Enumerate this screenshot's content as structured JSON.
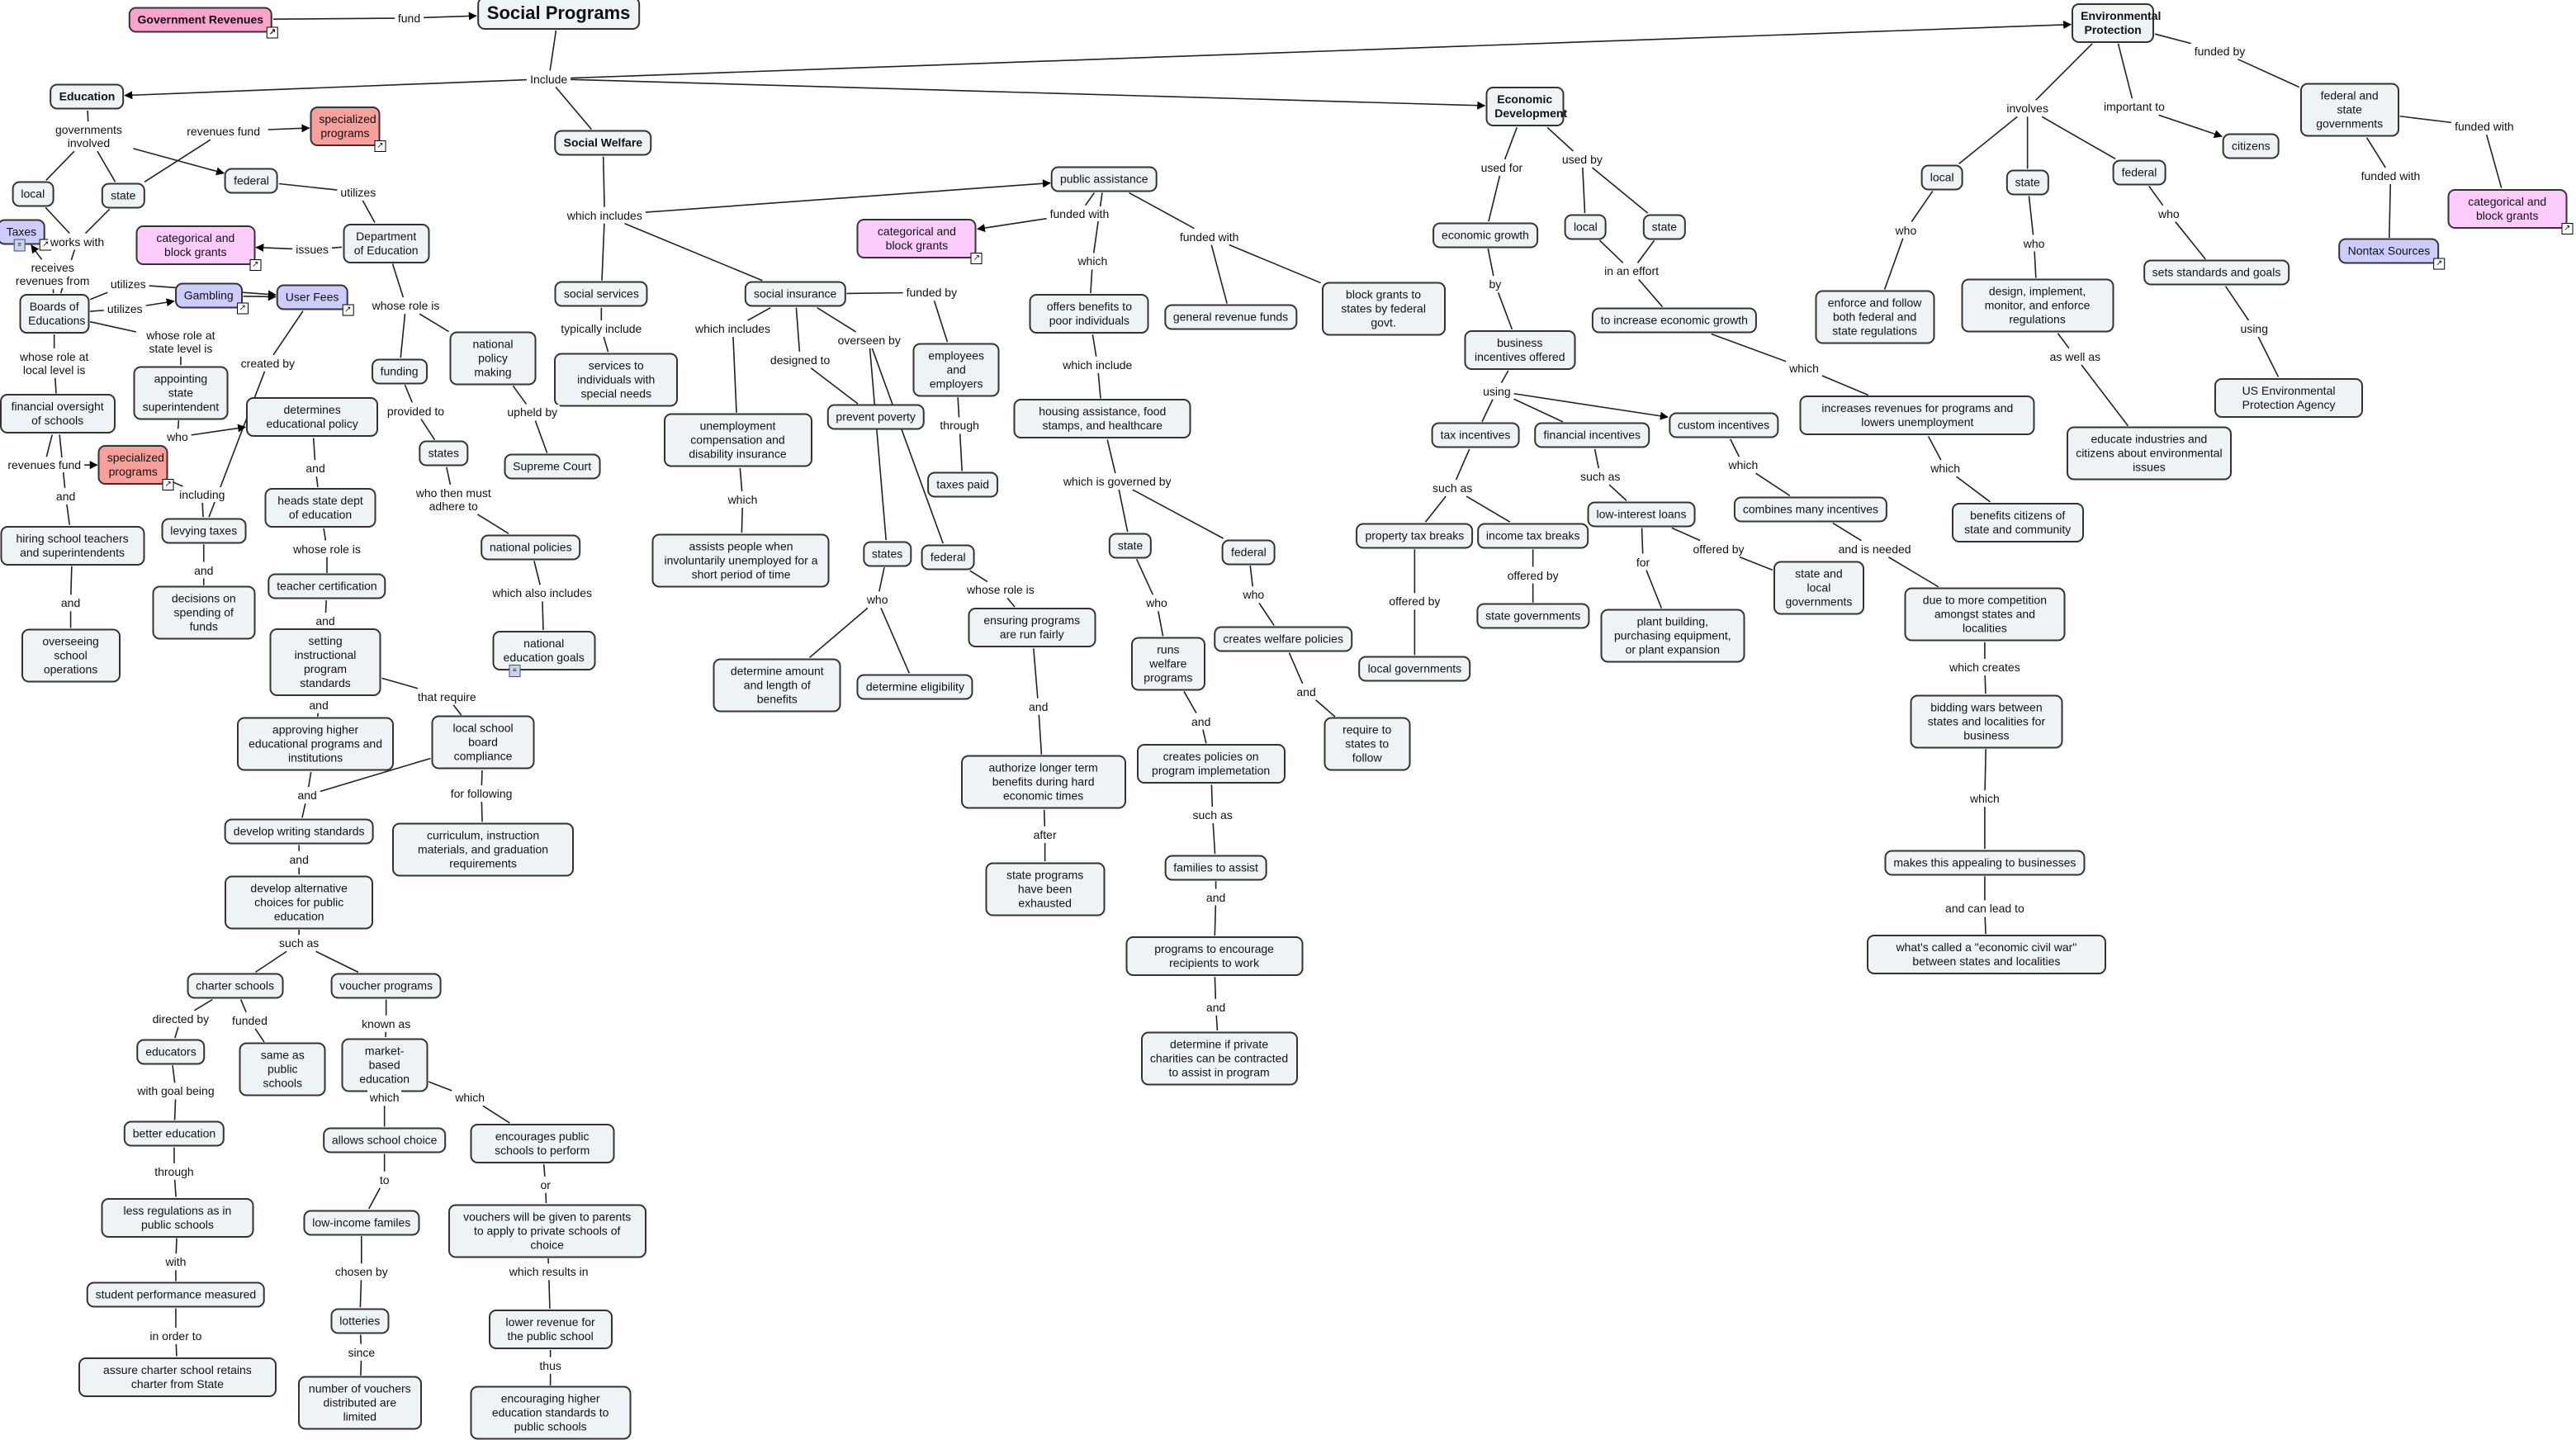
{
  "nodes": {
    "gov": "Government Revenues",
    "sp": "Social Programs",
    "edu": "Education",
    "sw": "Social Welfare",
    "econ": "Economic Development",
    "env": "Environmental Protection",
    "spec1": "specialized programs",
    "local1": "local",
    "state1": "state",
    "fed1": "federal",
    "taxes": "Taxes",
    "cat1": "categorical and block grants",
    "doe": "Department of Education",
    "boards": "Boards of Educations",
    "gamb": "Gambling",
    "userfees": "User Fees",
    "appoint": "appointing state superintendent",
    "det": "determines educational policy",
    "funding": "funding",
    "npm": "national policy making",
    "states1": "states",
    "sc": "Supreme Court",
    "fin": "financial oversight of schools",
    "spec2": "specialized programs",
    "levy": "levying taxes",
    "decisions": "decisions on spending of funds",
    "hiring": "hiring school teachers and superintendents",
    "oversee": "overseeing school operations",
    "heads": "heads state dept of education",
    "teach": "teacher certification",
    "setting": "setting instructional program standards",
    "approving": "approving higher educational programs and institutions",
    "lsbc": "local school board compliance",
    "curr": "curriculum, instruction materials, and graduation requirements",
    "develop": "develop writing standards",
    "alt": "develop alternative choices for public education",
    "charter": "charter schools",
    "voucher": "voucher programs",
    "educators": "educators",
    "same": "same as public schools",
    "market": "market- based education",
    "better": "better education",
    "allows": "allows school choice",
    "encourages": "encourages public schools to perform",
    "lessreg": "less regulations as in public schools",
    "lowinc": "low-income familes",
    "vgiven": "vouchers will be given to parents to apply to private schools of choice",
    "student": "student performance measured",
    "lotteries": "lotteries",
    "lower": "lower revenue for the public school",
    "assure": "assure charter school retains charter from State",
    "number": "number of vouchers distributed are limited",
    "encouraging": "encouraging higher education standards to public schools",
    "natpol": "national policies",
    "nateg": "national education goals",
    "socserv": "social services",
    "services": "services to individuals with special needs",
    "socins": "social insurance",
    "pubassist": "public assistance",
    "cat2": "categorical and block grants",
    "offers": "offers benefits to poor individuals",
    "genrev": "general revenue funds",
    "block": "block grants to states by federal govt.",
    "housing": "housing assistance, food stamps, and healthcare",
    "employees": "employees and employers",
    "taxespaid": "taxes paid",
    "prevent": "prevent poverty",
    "unemp": "unemployment compensation and disability insurance",
    "assists": "assists people when involuntarily unemployed for a short period of time",
    "states2": "states",
    "fed2": "federal",
    "determine": "determine amount and length of benefits",
    "elig": "determine eligibility",
    "ensuring": "ensuring programs are run fairly",
    "authorize": "authorize longer term benefits during hard economic times",
    "exhausted": "state programs have been exhausted",
    "state3": "state",
    "fed3": "federal",
    "runs": "runs welfare programs",
    "creates": "creates welfare policies",
    "require": "require  to states to follow",
    "cpolicies": "creates policies on program implemetation",
    "families": "families to assist",
    "programs": "programs to encourage recipients to work",
    "charities": "determine if private charities can be contracted to assist in program",
    "egrowth": "economic growth",
    "local2": "local",
    "state4": "state",
    "biz": "business incentives offered",
    "increase": "to increase economic growth",
    "tax": "tax incentives",
    "fininc": "financial incentives",
    "custom": "custom incentives",
    "property": "property tax breaks",
    "income": "income tax breaks",
    "lowint": "low-interest loans",
    "combines": "combines many incentives",
    "stategov": "state governments",
    "localgov": "local governments",
    "plant": "plant building, purchasing equipment, or plant expansion",
    "statelocal": "state and local governments",
    "incrrev": "increases revenues for programs and lowers unemployment",
    "due": "due to more competition amongst states and localities",
    "benefits": "benefits citizens of state and community",
    "bidding": "bidding wars between states and localities for business",
    "makes": "makes this appealing to businesses",
    "civil": "what's called a \"economic civil war\" between states and localities",
    "local3": "local",
    "state5": "state",
    "fed4": "federal",
    "citizens": "citizens",
    "fsg": "federal and state governments",
    "cat3": "categorical and block grants",
    "nontax": "Nontax Sources",
    "enforce": "enforce and follow both federal and state regulations",
    "design": "design, implement, monitor, and enforce regulations",
    "sets": "sets standards and goals",
    "epa": "US Environmental Protection Agency",
    "educate": "educate industries and citizens about environmental issues"
  },
  "links": {
    "fund": "fund",
    "include": "Include",
    "govinv": "governments involved",
    "revfund": "revenues fund",
    "utilizes1": "utilizes",
    "works": "works with",
    "recv": "receives revenues from",
    "issues": "issues",
    "util2": "utilizes",
    "util3": "utilizes",
    "roleState": "whose role at state level is",
    "roleLocal": "whose role at local level is",
    "createdby": "created by",
    "whoserole": "whose role is",
    "provided": "provided to",
    "upheld": "upheld by",
    "who1": "who",
    "revfund2": "revenues fund",
    "including": "including",
    "and1": "and",
    "and2": "and",
    "whoserole2": "whose role is",
    "and3": "and",
    "and4": "and",
    "and5": "and",
    "thatreq": "that require",
    "and6": "and",
    "and7": "and",
    "forfollowing": "for following",
    "and8": "and",
    "suchas1": "such as",
    "directed": "directed by",
    "funded": "funded",
    "knownas": "known as",
    "which1": "which",
    "which2": "which",
    "goal": "with goal being",
    "through": "through",
    "to": "to",
    "or": "or",
    "with": "with",
    "chosen": "chosen by",
    "results": "which results in",
    "inorder": "in order to",
    "since": "since",
    "thus": "thus",
    "whothen": "who then must adhere to",
    "whichalso": "which also includes",
    "whichinc": "which includes",
    "typically": "typically include",
    "whichinc2": "which includes",
    "designed": "designed to",
    "overseen": "overseen by",
    "fundedby1": "funded by",
    "through2": "through",
    "which3": "which",
    "who2": "who",
    "whoserole3": "whose role is",
    "and9": "and",
    "after": "after",
    "fundedwith1": "funded with",
    "fundedwith2": "funded with",
    "which4": "which",
    "whichinc3": "which include",
    "governed": "which is governed by",
    "who3": "who",
    "who4": "who",
    "and10": "and",
    "and11": "and",
    "suchas2": "such as",
    "and12": "and",
    "and13": "and",
    "usedfor": "used for",
    "usedby": "used by",
    "by": "by",
    "effort": "in an effort",
    "using1": "using",
    "suchas3": "such as",
    "suchas4": "such as",
    "offeredby1": "offered by",
    "offeredby2": "offered by",
    "for": "for",
    "offeredby3": "offered by",
    "which5": "which",
    "andneeded": "and is needed",
    "which6": "which",
    "which7": "which",
    "whichcreates": "which creates",
    "which8": "which",
    "canlead": "and can lead to",
    "involves": "involves",
    "important": "important to",
    "fundedby2": "funded by",
    "fundedwith3": "funded with",
    "fundedwith4": "funded with",
    "who5": "who",
    "who6": "who",
    "who7": "who",
    "asWell": "as well as",
    "using2": "using"
  },
  "icons": {
    "shortcut": "external-link-icon",
    "attachment": "document-icon"
  },
  "colors": {
    "node": "#eef4f6",
    "pink": "#f9a3cd",
    "salmon": "#f8a09b",
    "light_pink": "#fdccfd",
    "lavender": "#ccccfd",
    "line": "#222222"
  }
}
